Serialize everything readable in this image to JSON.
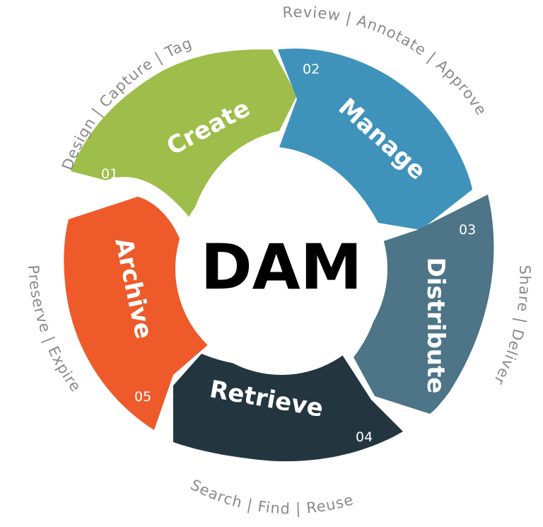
{
  "center": {
    "title": "DAM"
  },
  "colors": {
    "create": "#9ebd4a",
    "manage": "#3f93bb",
    "distribute": "#4d7487",
    "retrieve": "#233640",
    "archive": "#ee5a2a",
    "outer_text": "#8a8a8a"
  },
  "segments": [
    {
      "id": "create",
      "title": "Create",
      "number": "01",
      "tagline": "Design | Capture | Tag"
    },
    {
      "id": "manage",
      "title": "Manage",
      "number": "02",
      "tagline": "Review | Annotate | Approve"
    },
    {
      "id": "distribute",
      "title": "Distribute",
      "number": "03",
      "tagline": "Share | Deliver"
    },
    {
      "id": "retrieve",
      "title": "Retrieve",
      "number": "04",
      "tagline": "Search | Find | Reuse"
    },
    {
      "id": "archive",
      "title": "Archive",
      "number": "05",
      "tagline": "Preserve | Expire"
    }
  ]
}
